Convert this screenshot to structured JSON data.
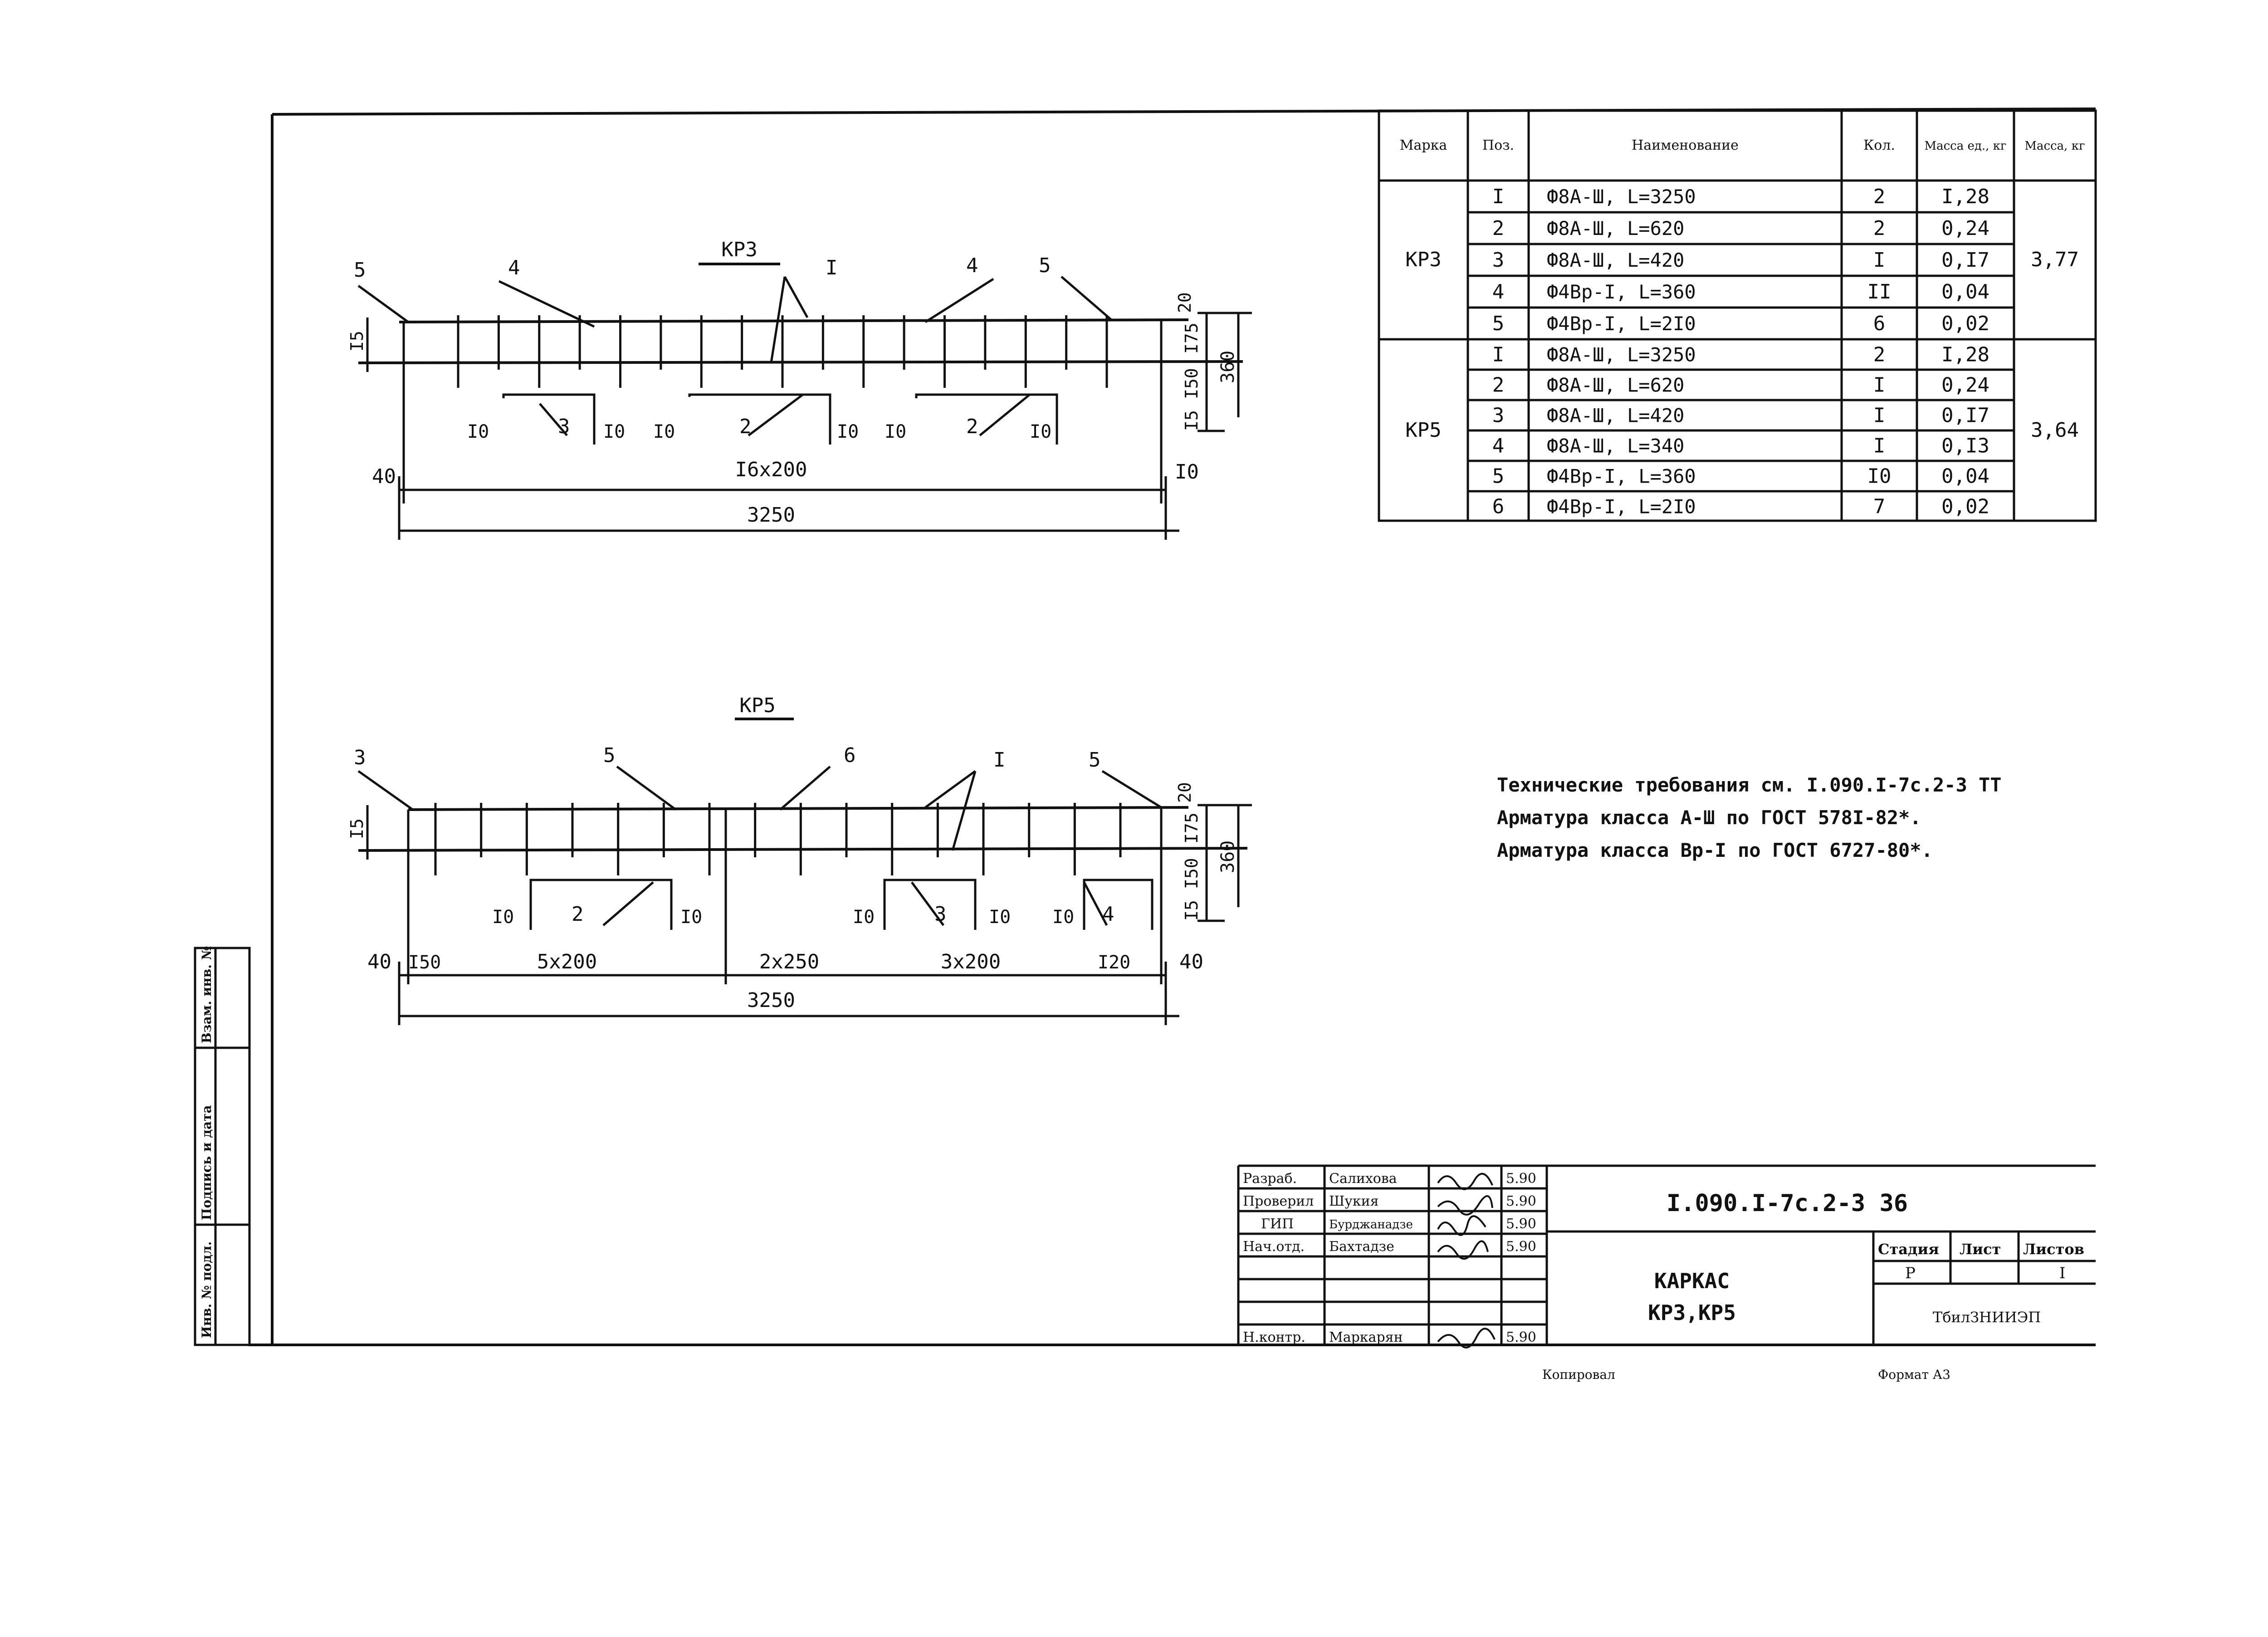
{
  "colors": {
    "ink": "#111111",
    "paper": "#ffffff"
  },
  "spec_table": {
    "headers": [
      "Марка",
      "Поз.",
      "Наименование",
      "Кол.",
      "Масса ед., кг",
      "Масса, кг"
    ],
    "groups": [
      {
        "mark": "КРЗ",
        "total_mass": "3,77",
        "rows": [
          {
            "pos": "I",
            "name": "Ф8А-Ш, L=3250",
            "qty": "2",
            "mass": "I,28"
          },
          {
            "pos": "2",
            "name": "Ф8А-Ш, L=620",
            "qty": "2",
            "mass": "0,24"
          },
          {
            "pos": "3",
            "name": "Ф8А-Ш, L=420",
            "qty": "I",
            "mass": "0,I7"
          },
          {
            "pos": "4",
            "name": "Ф4Вр-I, L=360",
            "qty": "II",
            "mass": "0,04"
          },
          {
            "pos": "5",
            "name": "Ф4Вр-I, L=2I0",
            "qty": "6",
            "mass": "0,02"
          }
        ]
      },
      {
        "mark": "КР5",
        "total_mass": "3,64",
        "rows": [
          {
            "pos": "I",
            "name": "Ф8А-Ш, L=3250",
            "qty": "2",
            "mass": "I,28"
          },
          {
            "pos": "2",
            "name": "Ф8А-Ш, L=620",
            "qty": "I",
            "mass": "0,24"
          },
          {
            "pos": "3",
            "name": "Ф8А-Ш, L=420",
            "qty": "I",
            "mass": "0,I7"
          },
          {
            "pos": "4",
            "name": "Ф8А-Ш, L=340",
            "qty": "I",
            "mass": "0,I3"
          },
          {
            "pos": "5",
            "name": "Ф4Вр-I, L=360",
            "qty": "I0",
            "mass": "0,04"
          },
          {
            "pos": "6",
            "name": "Ф4Вр-I, L=2I0",
            "qty": "7",
            "mass": "0,02"
          }
        ]
      }
    ]
  },
  "notes": [
    "Технические требования см. I.090.I-7с.2-3 ТТ",
    "Арматура класса А-Ш по ГОСТ 578I-82*.",
    "Арматура класса Вр-I по ГОСТ 6727-80*."
  ],
  "drawing_kr3": {
    "title": "КРЗ",
    "callouts": [
      "5",
      "4",
      "I",
      "4",
      "5",
      "3",
      "2",
      "2"
    ],
    "dims_left": [
      "I5"
    ],
    "dims_right": [
      "20",
      "I75",
      "I50",
      "I5",
      "360"
    ],
    "dims_bottom": [
      "40",
      "I0",
      "I0",
      "I0",
      "I0",
      "I0",
      "I0",
      "I6х200",
      "I0",
      "3250"
    ]
  },
  "drawing_kr5": {
    "title": "КР5",
    "callouts": [
      "3",
      "5",
      "6",
      "I",
      "5",
      "2",
      "3",
      "4"
    ],
    "dims_left": [
      "I5"
    ],
    "dims_right": [
      "20",
      "I75",
      "I50",
      "I5",
      "360"
    ],
    "dims_bottom": [
      "I0",
      "I0",
      "I0",
      "I0",
      "I0",
      "40",
      "I50",
      "5х200",
      "2х250",
      "3х200",
      "I20",
      "40",
      "3250"
    ]
  },
  "side_stamp": [
    "Инв. № подл.",
    "Подпись и дата",
    "Взам. инв. №"
  ],
  "title_block": {
    "roles": [
      "Разраб.",
      "Проверил",
      "ГИП",
      "Нач.отд.",
      "Н.контр."
    ],
    "names": [
      "Салихова",
      "Шукия",
      "Бурджанадзе",
      "Бахтадзе",
      "Маркарян"
    ],
    "dates": [
      "5.90",
      "5.90",
      "5.90",
      "5.90",
      "5.90"
    ],
    "code": "I.090.I-7с.2-3 36",
    "title_line1": "КАРКАС",
    "title_line2": "КРЗ,КР5",
    "stage_label": "Стадия",
    "sheet_label": "Лист",
    "sheets_label": "Листов",
    "stage": "Р",
    "sheets": "I",
    "org": "ТбилЗНИИЭП",
    "copied": "Копировал",
    "format": "Формат А3"
  }
}
